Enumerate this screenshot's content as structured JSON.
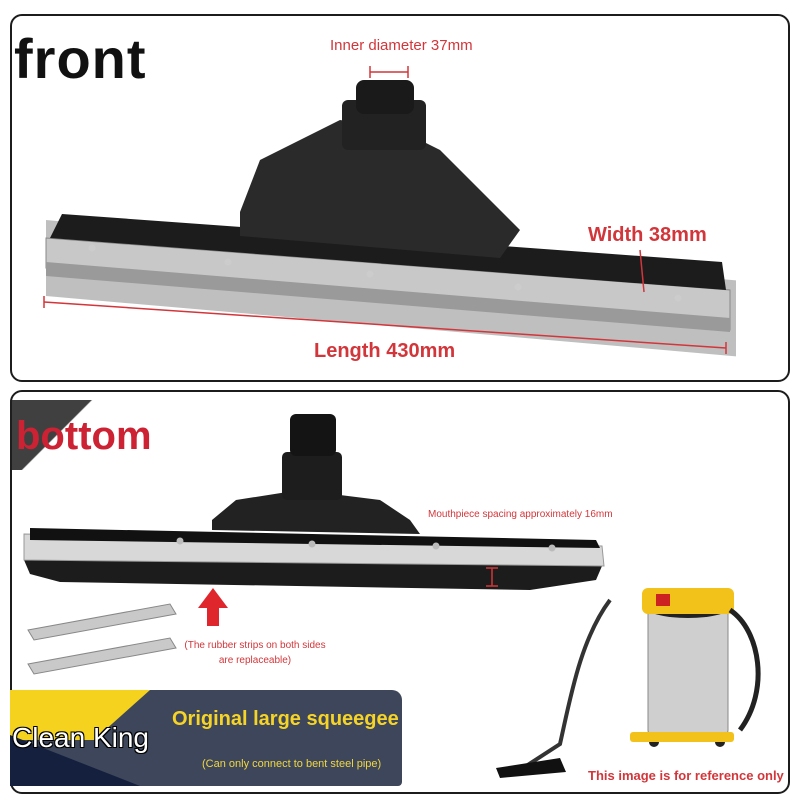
{
  "front": {
    "title": "front",
    "inner_diameter": "Inner diameter 37mm",
    "width": "Width 38mm",
    "length": "Length 430mm"
  },
  "bottom": {
    "title": "bottom",
    "spacing": "Mouthpiece spacing approximately 16mm",
    "rubber_note": "(The rubber strips on both sides are replaceable)",
    "reference": "This image is for reference only"
  },
  "brand": {
    "name": "Clean King",
    "product": "Original large squeegee",
    "note": "(Can only connect to bent steel pipe)"
  },
  "colors": {
    "annotation": "#d2363a",
    "brand_yellow": "#f4d21e",
    "brand_panel": "#3d465a"
  }
}
